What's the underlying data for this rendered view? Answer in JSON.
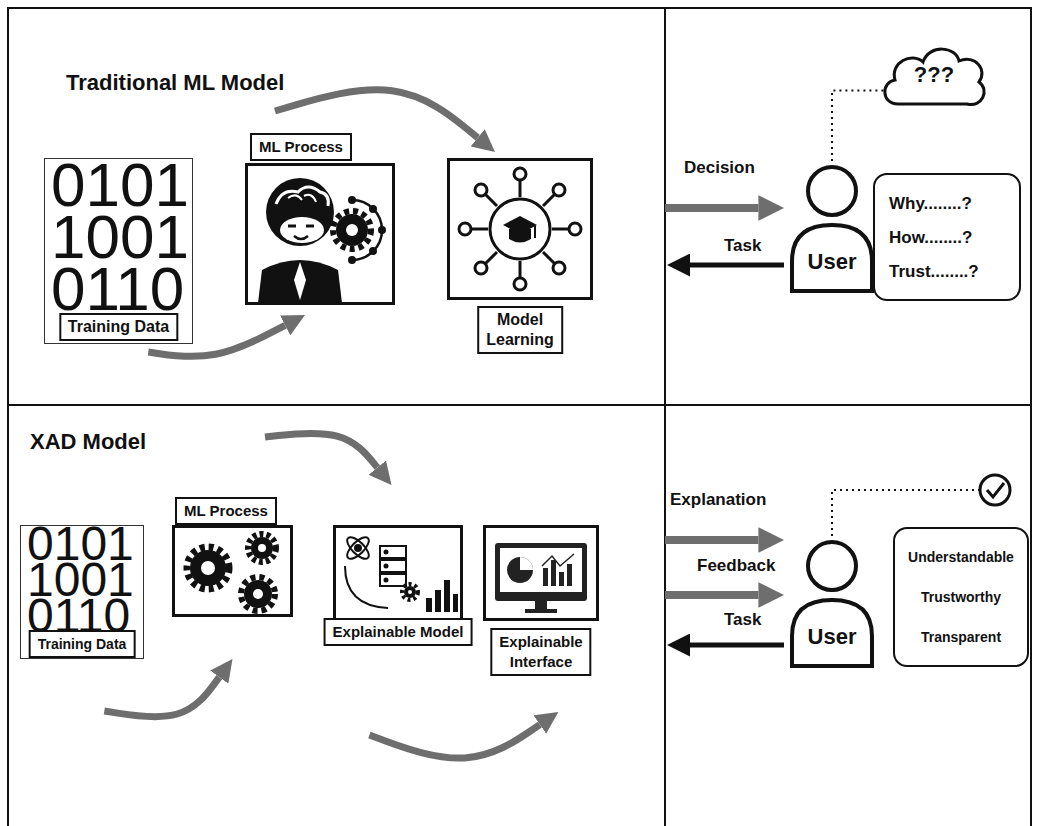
{
  "diagram": {
    "nodes": [
      {
        "text": [
          "Traditional ML Model"
        ]
      },
      {
        "text": [
          "0101 1001 0110",
          "Training Data"
        ],
        "in": 0
      },
      {
        "text": [
          "ML Process"
        ],
        "in": 0
      },
      {
        "text": [
          "Model Learning"
        ],
        "in": 0
      },
      {
        "text": [
          "???"
        ]
      },
      {
        "text": [
          "User"
        ]
      },
      {
        "text": [
          "Why........? How........? Trust........?"
        ]
      },
      {
        "text": [
          "XAD Model"
        ]
      },
      {
        "text": [
          "0101 1001 0110",
          "Training Data"
        ],
        "in": 7
      },
      {
        "text": [
          "ML Process"
        ],
        "in": 7
      },
      {
        "text": [
          "Explainable Model"
        ],
        "in": 7
      },
      {
        "text": [
          "Explainable Interface"
        ],
        "in": 7
      },
      {
        "text": [
          "User"
        ]
      },
      {
        "text": [
          "Understandable Trustworthy Transparent"
        ]
      }
    ],
    "edges": [
      {
        "from": 1,
        "to": 2,
        "arrow": "to"
      },
      {
        "from": 2,
        "to": 3,
        "arrow": "to"
      },
      {
        "from": 0,
        "to": 5,
        "label": "Decision",
        "arrow": "to"
      },
      {
        "from": 5,
        "to": 0,
        "label": "Task",
        "arrow": "to"
      },
      {
        "from": 5,
        "to": 4,
        "arrow": "none"
      },
      {
        "from": 8,
        "to": 9,
        "arrow": "to"
      },
      {
        "from": 9,
        "to": 10,
        "arrow": "to"
      },
      {
        "from": 10,
        "to": 11,
        "arrow": "to"
      },
      {
        "from": 7,
        "to": 12,
        "label": "Explanation",
        "arrow": "to"
      },
      {
        "from": 7,
        "to": 12,
        "label": "Feedback",
        "arrow": "to"
      },
      {
        "from": 12,
        "to": 7,
        "label": "Task",
        "arrow": "to"
      }
    ]
  }
}
